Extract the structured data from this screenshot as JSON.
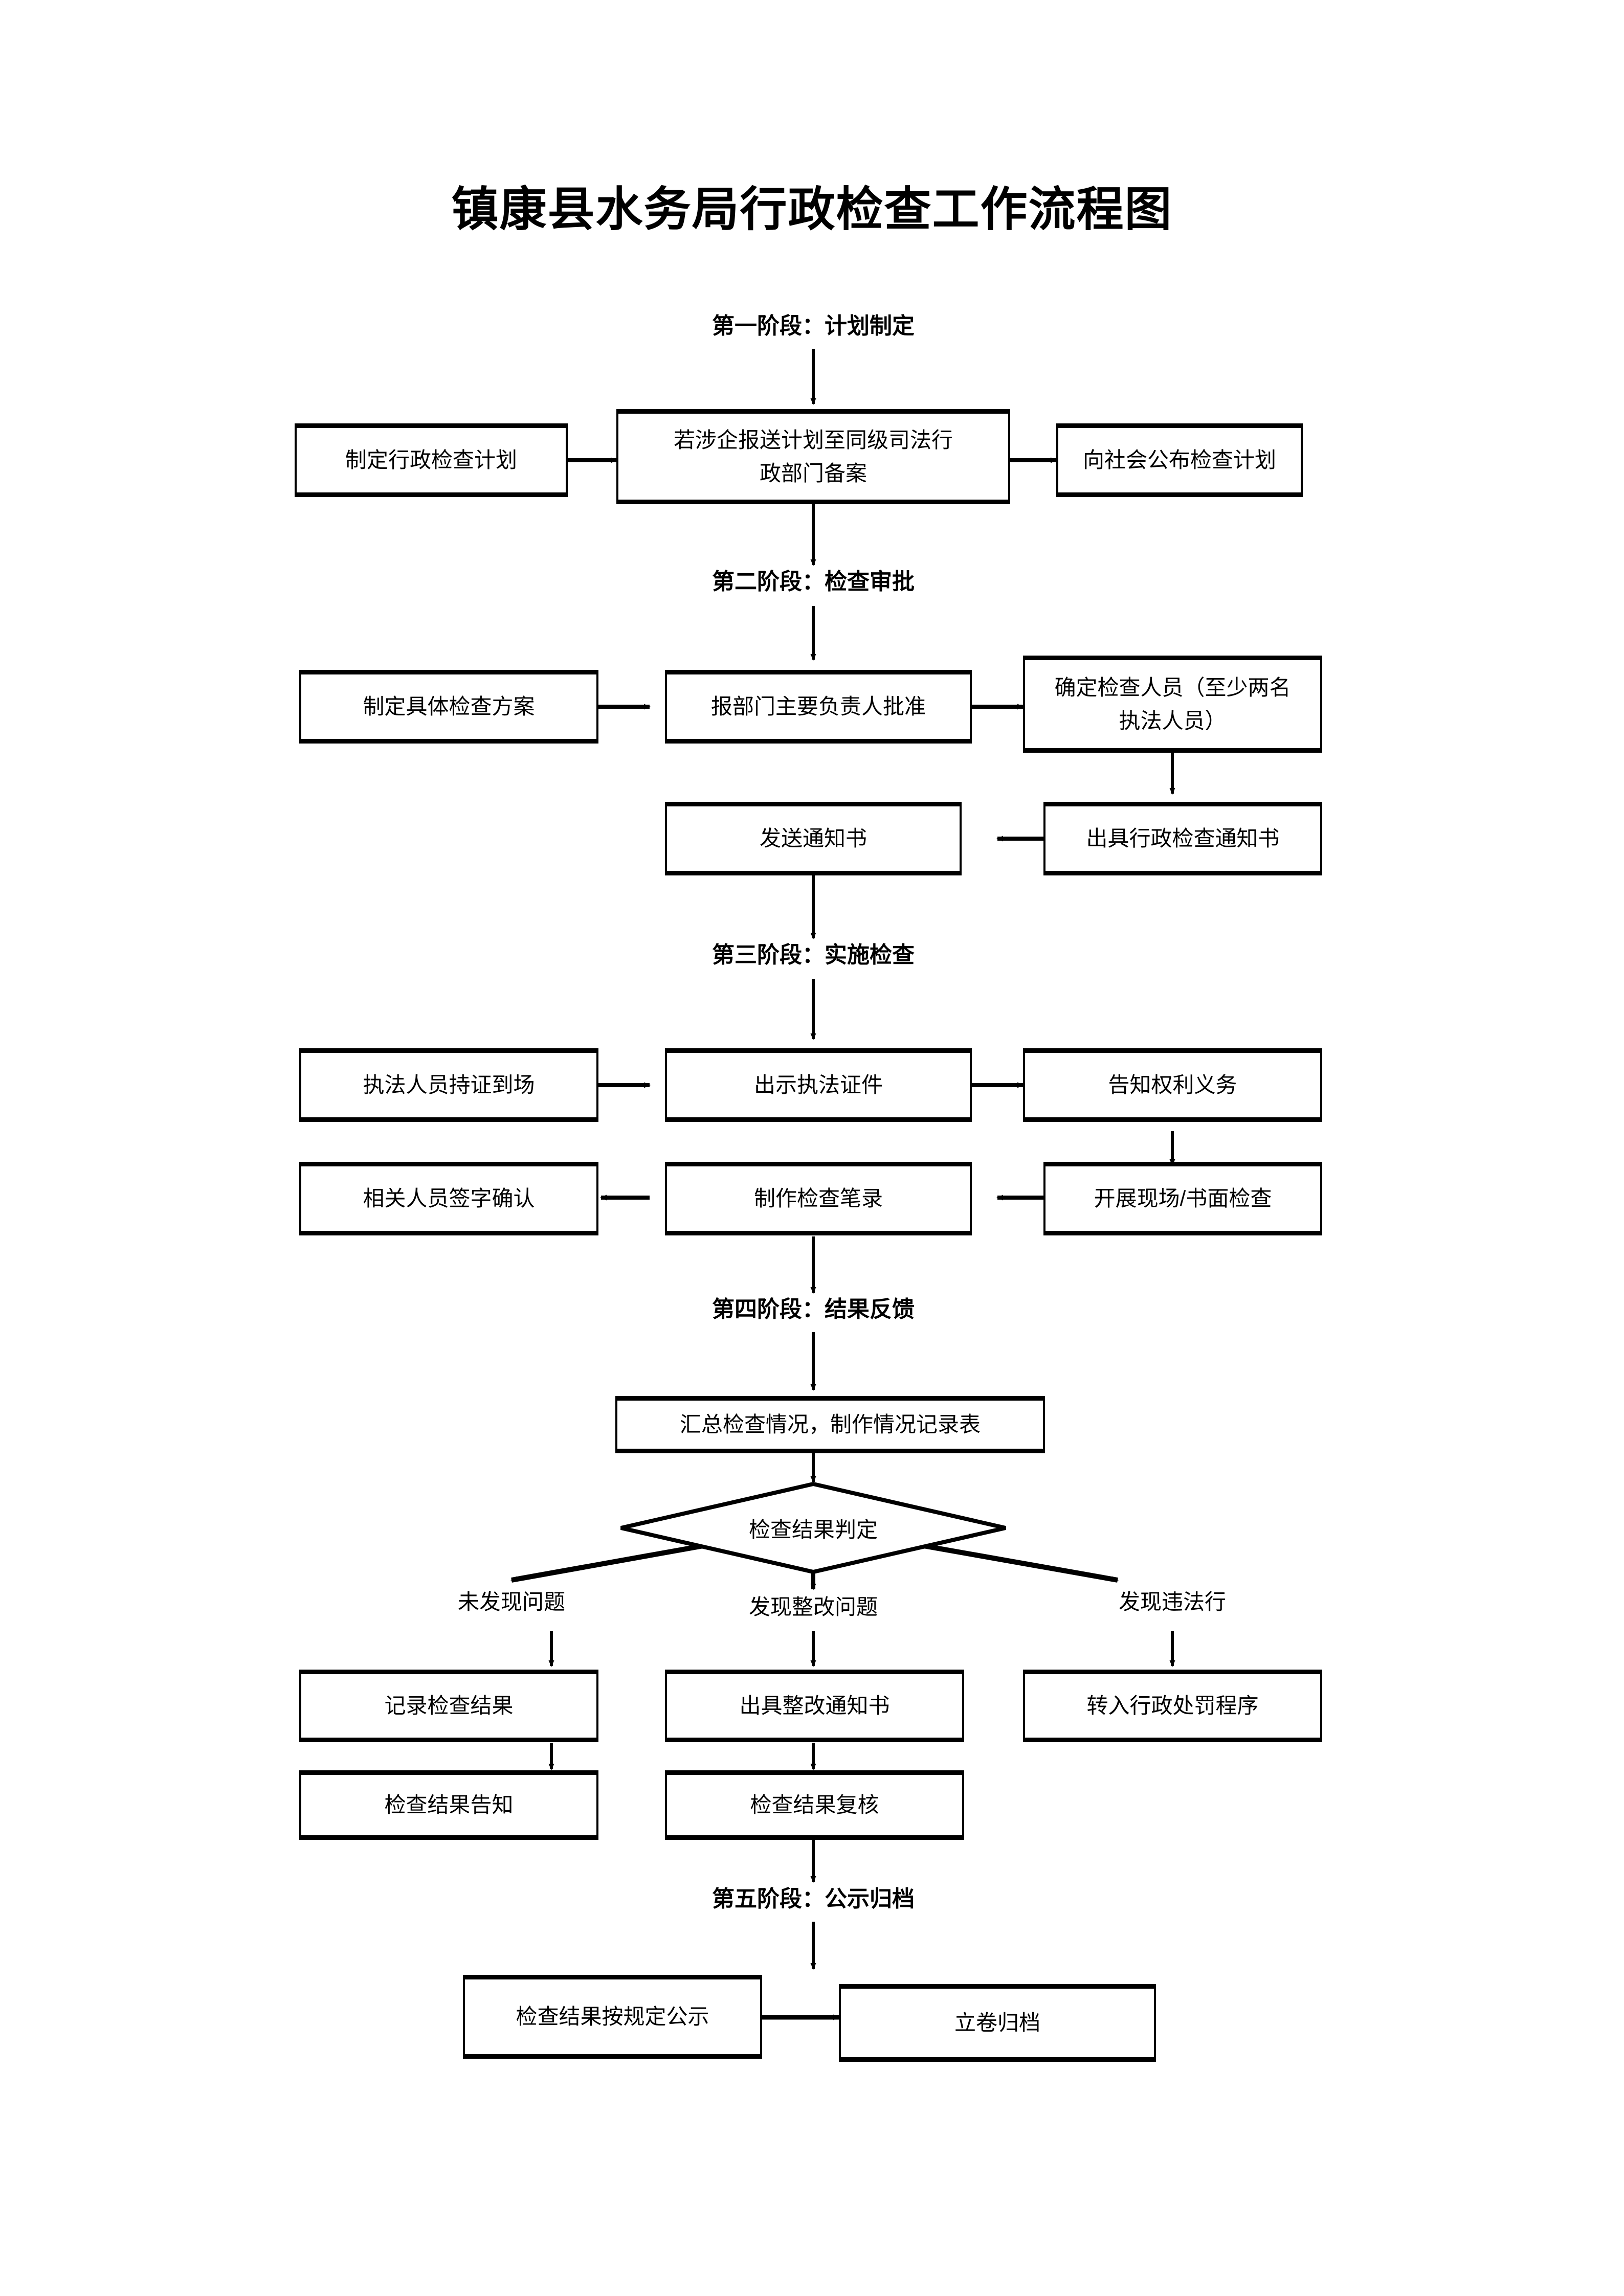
{
  "title": "镇康县水务局行政检查工作流程图",
  "stages": [
    {
      "id": "stage-1",
      "caption": "第一阶段：计划制定"
    },
    {
      "id": "stage-2",
      "caption": "第二阶段：检查审批"
    },
    {
      "id": "stage-3",
      "caption": "第三阶段：实施检查"
    },
    {
      "id": "stage-4",
      "caption": "第四阶段：结果反馈"
    },
    {
      "id": "stage-5",
      "caption": "第五阶段：公示归档"
    }
  ],
  "nodes": {
    "plan_make": "制定行政检查计划",
    "plan_filing_line1": "若涉企报送计划至同级司法行",
    "plan_filing_line2": "政部门备案",
    "plan_publish": "向社会公布检查计划",
    "scheme_make": "制定具体检查方案",
    "scheme_approve": "报部门主要负责人批准",
    "inspectors_line1": "确定检查人员（至少两名",
    "inspectors_line2": "执法人员）",
    "notice_issue": "出具行政检查通知书",
    "notice_send": "发送通知书",
    "officers_arrive": "执法人员持证到场",
    "show_credentials": "出示执法证件",
    "inform_rights": "告知权利义务",
    "conduct_inspection": "开展现场/书面检查",
    "make_record": "制作检查笔录",
    "sign_confirm": "相关人员签字确认",
    "summarize": "汇总检查情况，制作情况记录表",
    "decision": "检查结果判定",
    "record_result": "记录检查结果",
    "issue_rectify": "出具整改通知书",
    "transfer_penalty": "转入行政处罚程序",
    "inform_result": "检查结果告知",
    "review_result": "检查结果复核",
    "publicize": "检查结果按规定公示",
    "archive": "立卷归档"
  },
  "branch_labels": {
    "none": "未发现问题",
    "rectify": "发现整改问题",
    "illegal": "发现违法行"
  },
  "colors": {
    "ink": "#000000",
    "paper": "#ffffff"
  }
}
